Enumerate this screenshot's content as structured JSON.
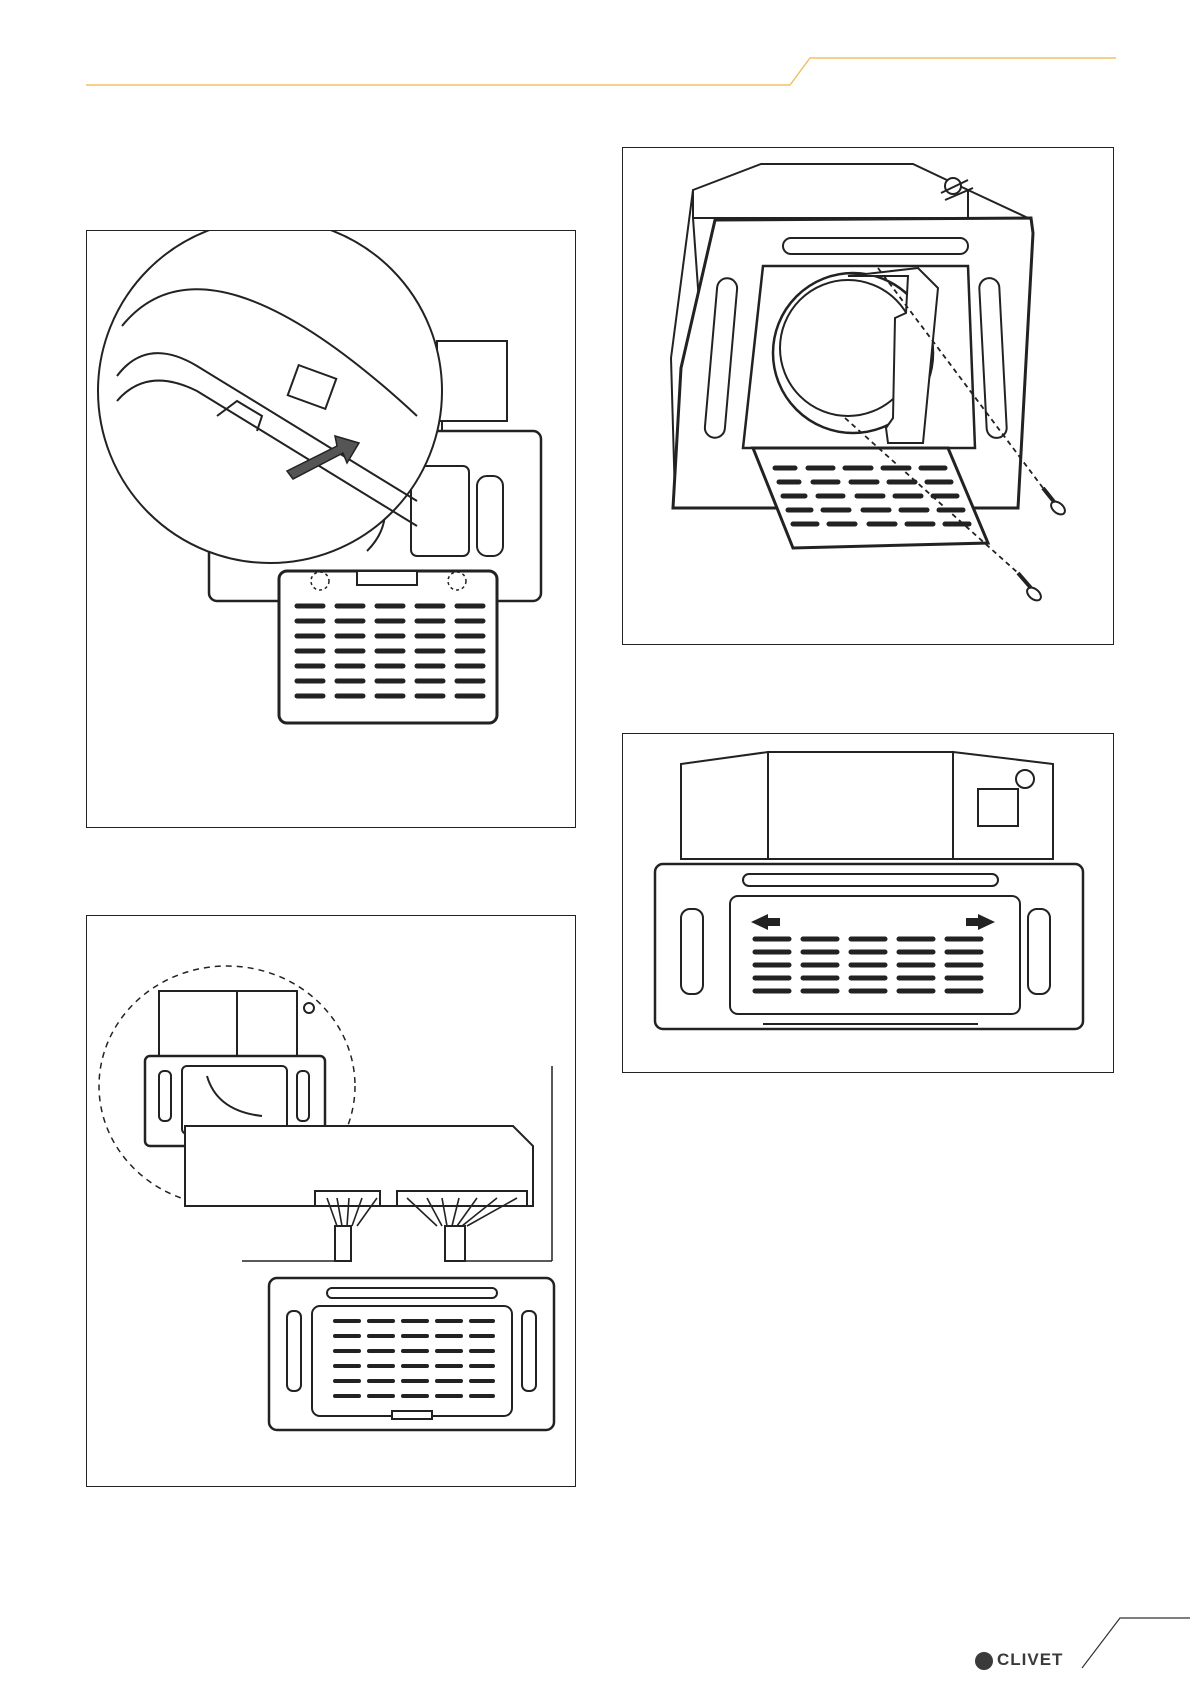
{
  "header": {
    "accent_color": "#f0c060"
  },
  "footer": {
    "brand_name": "CLIVET",
    "brand_color": "#3a3a3a"
  },
  "figures": [
    {
      "id": "fig-grille-hook",
      "icon": "grille-hook-detail-illustration"
    },
    {
      "id": "fig-wiring",
      "icon": "control-box-wiring-illustration"
    },
    {
      "id": "fig-panel-screws",
      "icon": "panel-screw-fixing-illustration"
    },
    {
      "id": "fig-closed-panel",
      "icon": "closed-panel-illustration"
    }
  ]
}
